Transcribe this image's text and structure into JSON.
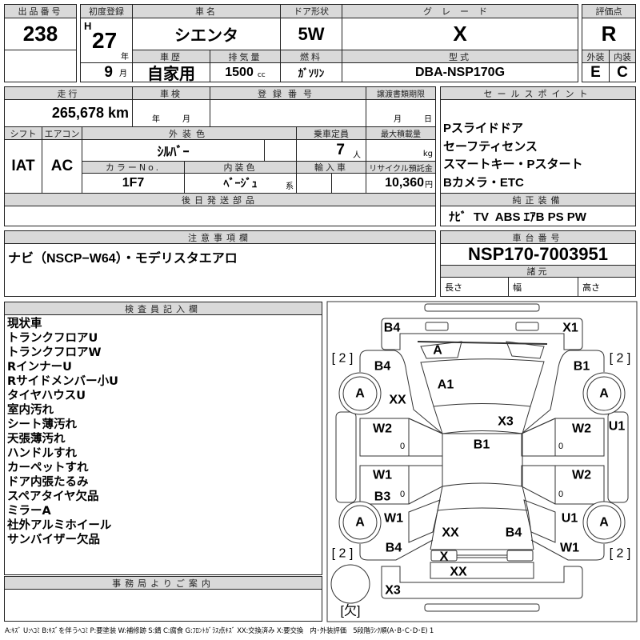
{
  "lot": {
    "label": "出品番号",
    "value": "238"
  },
  "first_reg": {
    "label": "初度登録",
    "era": "H",
    "year": "27",
    "year_unit": "年",
    "month": "9",
    "month_unit": "月"
  },
  "car_name": {
    "label": "車名",
    "value": "シエンタ"
  },
  "door": {
    "label": "ドア形状",
    "value": "5W"
  },
  "grade": {
    "label": "グレード",
    "value": "X"
  },
  "history": {
    "label": "車歴",
    "value": "自家用"
  },
  "displacement": {
    "label": "排気量",
    "value": "1500",
    "unit": "cc"
  },
  "fuel": {
    "label": "燃料",
    "value": "ｶﾞｿﾘﾝ"
  },
  "model": {
    "label": "型式",
    "value": "DBA-NSP170G"
  },
  "score": {
    "label": "評価点",
    "value": "R",
    "ext_label": "外装",
    "int_label": "内装",
    "ext": "E",
    "int": "C"
  },
  "mileage": {
    "label": "走行",
    "value": "265,678 km"
  },
  "inspection": {
    "label": "車検",
    "year": "年",
    "month": "月"
  },
  "reg_no": {
    "label": "登録番号"
  },
  "transfer": {
    "label": "譲渡書類期限",
    "month": "月",
    "day": "日"
  },
  "shift": {
    "label": "シフト",
    "value": "IAT"
  },
  "ac": {
    "label": "エアコン",
    "value": "AC"
  },
  "ext_color": {
    "label": "外装色",
    "value": "ｼﾙﾊﾞｰ"
  },
  "capacity": {
    "label": "乗車定員",
    "value": "7",
    "unit": "人"
  },
  "max_load": {
    "label": "最大積載量",
    "unit": "kg"
  },
  "color_no": {
    "label": "カラーNo.",
    "value": "1F7"
  },
  "int_color": {
    "label": "内装色",
    "value": "ﾍﾞｰｼﾞｭ",
    "suffix": "系"
  },
  "import": {
    "label": "輸入車"
  },
  "recycle": {
    "label": "リサイクル預託金",
    "value": "10,360",
    "unit": "円"
  },
  "later_parts": {
    "label": "後日発送部品"
  },
  "sales": {
    "label": "セールスポイント",
    "items": [
      "Pスライドドア",
      "セーフティセンス",
      "スマートキー・Pスタート",
      "Bカメラ・ETC"
    ]
  },
  "equipment": {
    "label": "純正装備",
    "value": "ﾅﾋﾞ  TV  ABS ｴｱB PS PW"
  },
  "notes": {
    "label": "注意事項欄",
    "value": "ナビ（NSCP−W64）・モデリスタエアロ"
  },
  "chassis": {
    "label": "車台番号",
    "value": "NSP170-7003951"
  },
  "specs": {
    "label": "諸元",
    "length": "長さ",
    "width": "幅",
    "height": "高さ"
  },
  "inspector": {
    "label": "検査員記入欄",
    "items": [
      "現状車",
      "トランクフロアU",
      "トランクフロアW",
      "RインナーU",
      "Rサイドメンバー小U",
      "タイヤハウスU",
      "室内汚れ",
      "シート薄汚れ",
      "天張薄汚れ",
      "ハンドルすれ",
      "カーペットすれ",
      "ドア内張たるみ",
      "スペアタイヤ欠品",
      "ミラーA",
      "社外アルミホイール",
      "サンバイザー欠品"
    ]
  },
  "office": {
    "label": "事務局よりご案内"
  },
  "diagram": {
    "marks": [
      "B4",
      "X1",
      "A",
      "B4",
      "B1",
      "A1",
      "XX",
      "X3",
      "W2",
      "W2",
      "U1",
      "B1",
      "0",
      "0",
      "W1",
      "W2",
      "B3",
      "0",
      "0",
      "W1",
      "U1",
      "XX",
      "B4",
      "B4",
      "W1",
      "X",
      "XX",
      "X3"
    ],
    "tires": [
      "A",
      "A",
      "A",
      "A"
    ],
    "tire_counts": [
      "[ 2 ]",
      "[ 2 ]",
      "[ 2 ]",
      "[ 2 ]"
    ],
    "spare": "[欠]"
  },
  "legend": "A:ｷｽﾞ U:ﾍｺﾐ B:ｷｽﾞを伴うﾍｺﾐ P:要塗装 W:補修跡 S:錆 C:腐食 G:ﾌﾛﾝﾄｶﾞﾗｽ点ｷｽﾞ XX:交換済み X:要交換　内･外装評価　5段階ﾗﾝｸ順(A･B･C･D･E) 1"
}
